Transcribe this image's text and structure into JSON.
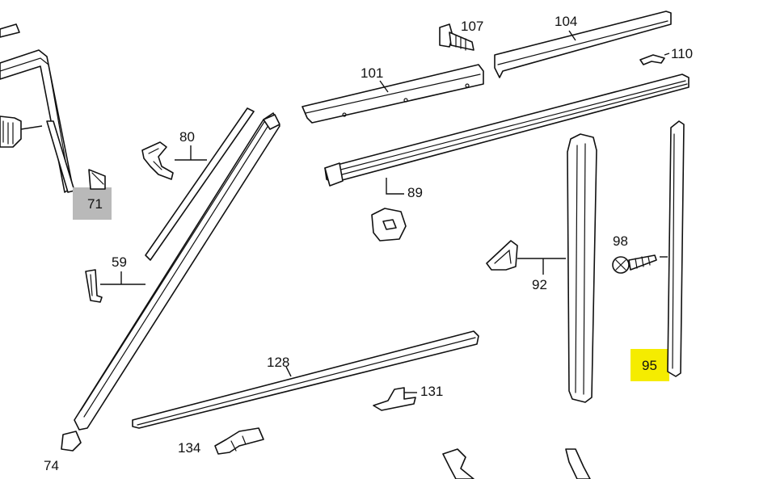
{
  "parts": {
    "p71": "71",
    "p74": "74",
    "p59": "59",
    "p80": "80",
    "p89": "89",
    "p92": "92",
    "p95": "95",
    "p98": "98",
    "p101": "101",
    "p104": "104",
    "p107": "107",
    "p110": "110",
    "p128": "128",
    "p131": "131",
    "p134": "134"
  },
  "highlights": {
    "p95": "#f5ec00",
    "p71": "#b9b9b9"
  }
}
